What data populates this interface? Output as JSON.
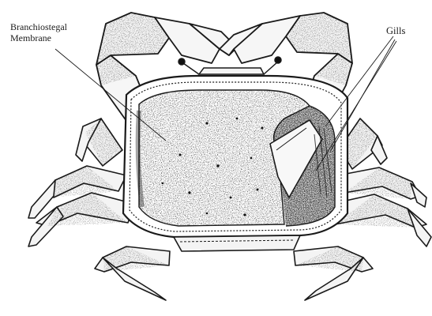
{
  "labels": {
    "branchiostegal_line1": "Branchiostegal",
    "branchiostegal_line2": "Membrane",
    "gills": "Gills"
  },
  "colors": {
    "ink": "#1a1a1a",
    "stipple_dark": "#2a2a2a",
    "stipple_mid": "#6d6d6d",
    "paper": "#ffffff"
  }
}
